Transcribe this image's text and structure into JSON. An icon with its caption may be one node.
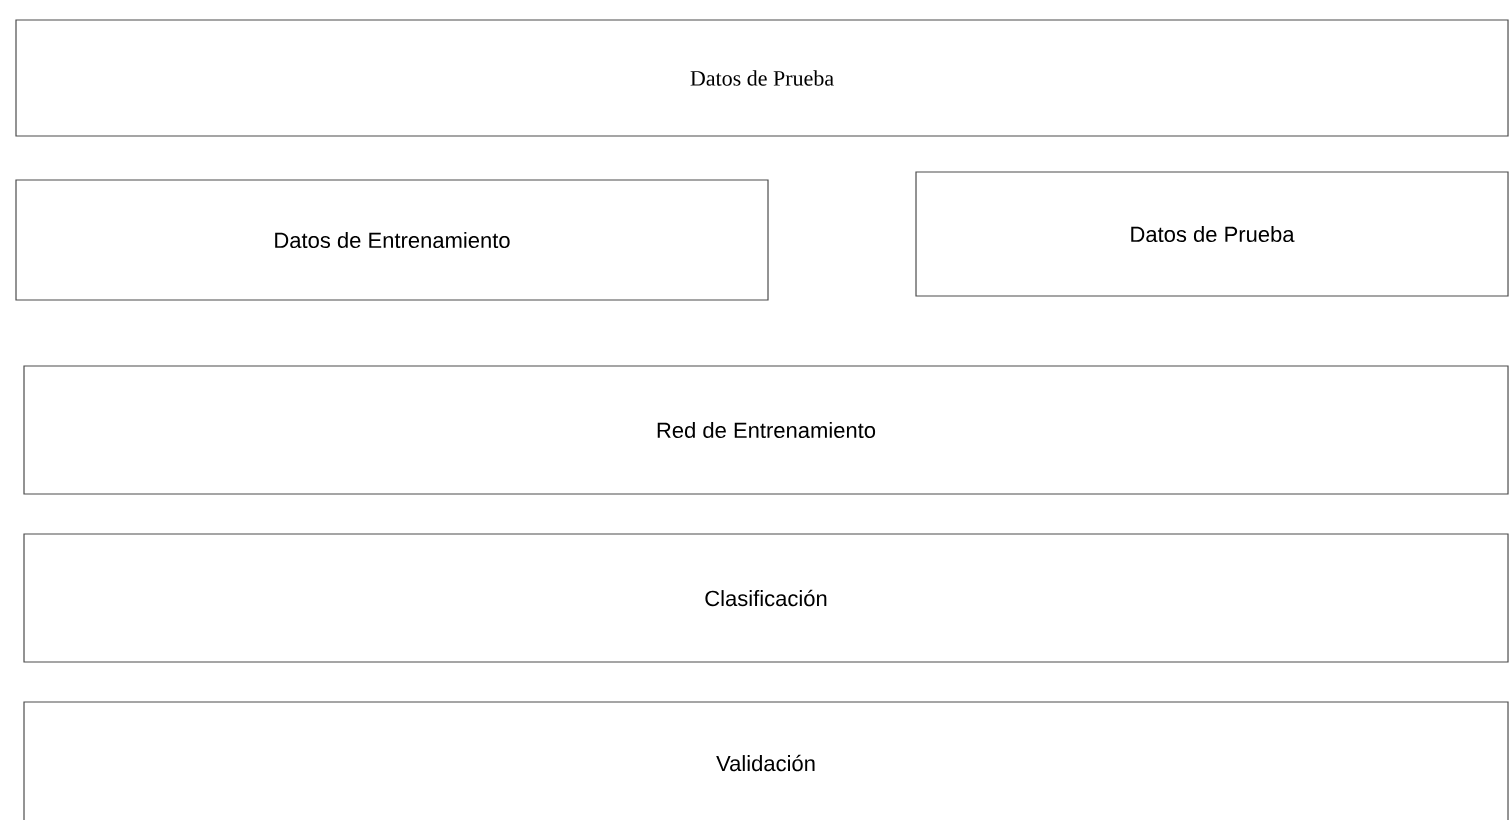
{
  "diagram": {
    "nodes": [
      {
        "text": [
          "Datos de Prueba"
        ]
      },
      {
        "text": [
          "Datos de Entrenamiento"
        ]
      },
      {
        "text": [
          "Datos de Prueba"
        ]
      },
      {
        "text": [
          "Red de Entrenamiento"
        ]
      },
      {
        "text": [
          "Clasificación"
        ]
      },
      {
        "text": [
          "Validación"
        ]
      }
    ]
  }
}
